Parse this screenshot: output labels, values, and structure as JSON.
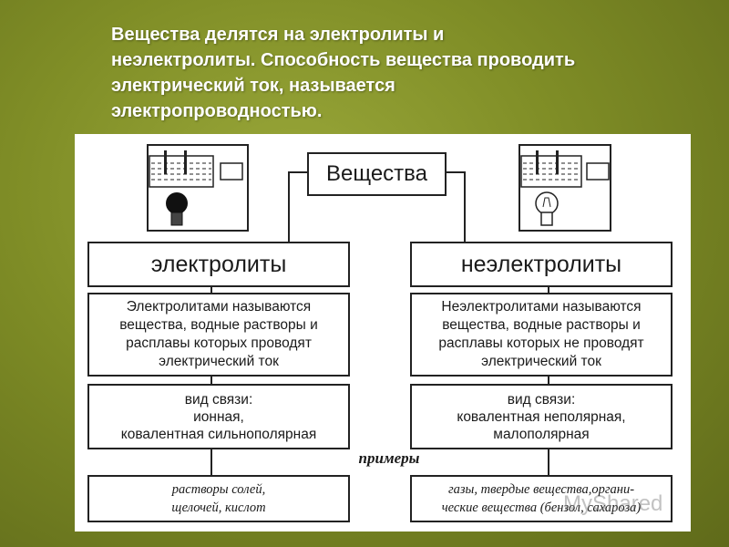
{
  "heading": {
    "line1": "Вещества делятся на электролиты и",
    "line2": "неэлектролиты. Способность вещества проводить",
    "line3": "электрический ток, называется",
    "line4": "электропроводностью."
  },
  "diagram": {
    "root": "Вещества",
    "left": {
      "title": "электролиты",
      "definition_lines": [
        "Электролитами называются",
        "вещества, водные растворы и",
        "расплавы которых проводят",
        "электрический ток"
      ],
      "bond_lines": [
        "вид связи:",
        "ионная,",
        "ковалентная сильнополярная"
      ],
      "example_lines": [
        "растворы солей,",
        "щелочей, кислот"
      ],
      "bulb": "lit-bulb-icon"
    },
    "right": {
      "title": "неэлектролиты",
      "definition_lines": [
        "Неэлектролитами называются",
        "вещества, водные растворы и",
        "расплавы которых не проводят",
        "электрический ток"
      ],
      "bond_lines": [
        "вид связи:",
        "ковалентная неполярная,",
        "малополярная"
      ],
      "example_lines": [
        "газы, твердые вещества,органи-",
        "ческие вещества (бензол, сахароза)"
      ],
      "bulb": "unlit-bulb-icon"
    },
    "examples_label": "примеры"
  },
  "watermark": "MyShared"
}
